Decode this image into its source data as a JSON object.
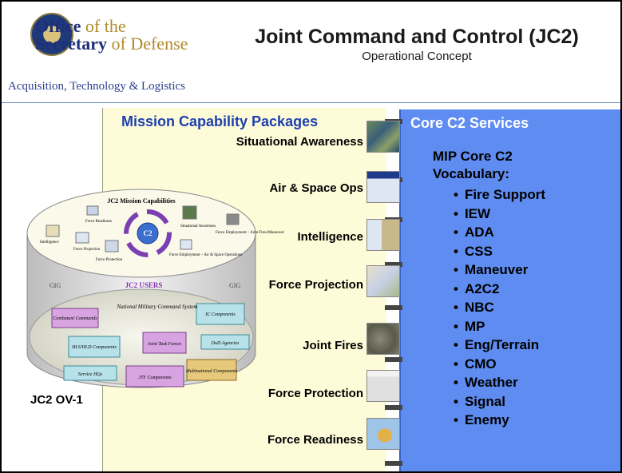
{
  "logo": {
    "line1a": "Office",
    "line1b": " of the",
    "line2a": "Secretary",
    "line2b": " of Defense",
    "line3": "Acquisition, Technology & Logistics"
  },
  "header": {
    "title": "Joint Command and Control (JC2)",
    "subtitle": "Operational Concept"
  },
  "mission": {
    "heading": "Mission Capability Packages",
    "capabilities": [
      {
        "label": "Situational Awareness",
        "icon": "map-thumbnail"
      },
      {
        "label": "Air & Space Ops",
        "icon": "screen-thumbnail"
      },
      {
        "label": "Intelligence",
        "icon": "screen-thumbnail"
      },
      {
        "label": "Force Projection",
        "icon": "screen-thumbnail"
      },
      {
        "label": "Joint Fires",
        "icon": "satellite-thumbnail"
      },
      {
        "label": "Force Protection",
        "icon": "screen-thumbnail"
      },
      {
        "label": "Force Readiness",
        "icon": "map-thumbnail"
      }
    ]
  },
  "core": {
    "heading": "Core C2 Services",
    "mip_line1": "MIP Core C2",
    "mip_line2": "Vocabulary:",
    "vocabulary": [
      "Fire Support",
      "IEW",
      "ADA",
      "CSS",
      "Maneuver",
      "A2C2",
      "NBC",
      "MP",
      "Eng/Terrain",
      "CMO",
      "Weather",
      "Signal",
      "Enemy"
    ]
  },
  "ov1": {
    "caption": "JC2 OV-1",
    "top_title": "JC2 Mission Capabilities",
    "center": "C2",
    "small_labels": [
      "Force Readiness",
      "Intelligence",
      "Force Projection",
      "Situational Awareness",
      "Force Employment – Joint Fires/Maneuver",
      "Force Protection",
      "Force Employment – Air & Space Operations"
    ],
    "gig_left": "GIG",
    "gig_right": "GIG",
    "users_title": "JC2 USERS",
    "users": [
      "National Military Command System",
      "Combatant Commands",
      "IC Components",
      "HLS/HLD Components",
      "Joint Task Forces",
      "DoD Agencies",
      "Service HQs",
      "JTF Components",
      "Multinational Components"
    ]
  },
  "colors": {
    "mission_panel": "#fdfbd8",
    "core_panel": "#5e8cf0",
    "mission_heading": "#1d3fb0"
  }
}
